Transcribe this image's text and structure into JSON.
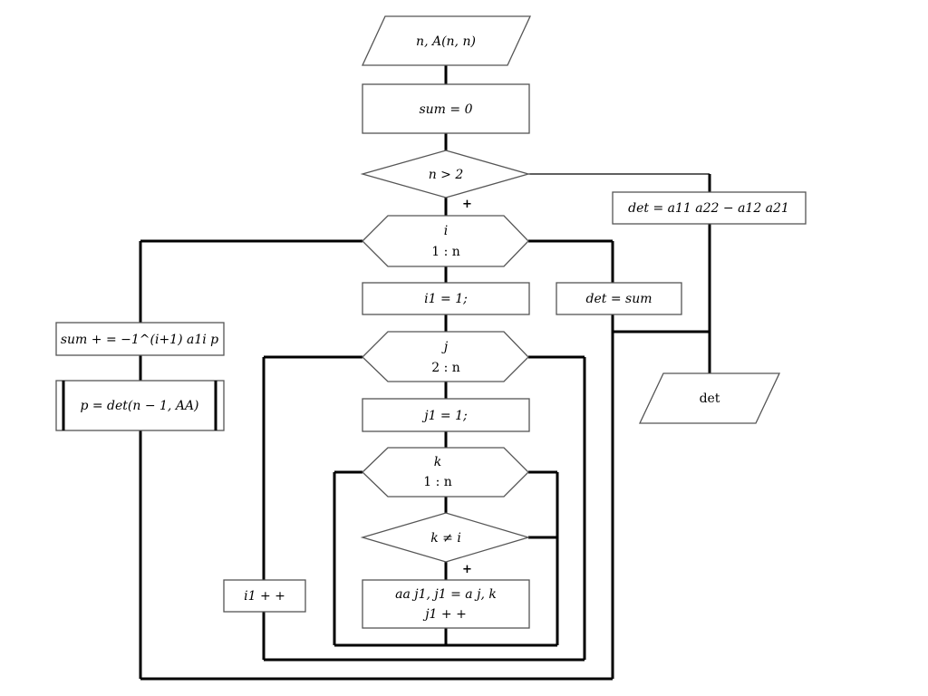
{
  "input_block": {
    "text": "n, A(n, n)"
  },
  "init_block": {
    "text": "sum = 0"
  },
  "condition": {
    "text": "n > 2",
    "yes_label": "+"
  },
  "else_block": {
    "text": "det = a11 a22 − a12 a21"
  },
  "loop_i": {
    "var": "i",
    "range": "1 : n"
  },
  "i1_init": {
    "text": "i1 = 1;"
  },
  "det_assign": {
    "text": "det = sum"
  },
  "sum_update": {
    "text": "sum + = −1^(i+1) a1i p"
  },
  "recursive_call": {
    "text": "p = det(n − 1, AA)"
  },
  "loop_j": {
    "var": "j",
    "range": "2 : n"
  },
  "j1_init": {
    "text": "j1 = 1;"
  },
  "loop_k": {
    "var": "k",
    "range": "1 : n"
  },
  "k_condition": {
    "text": "k ≠ i",
    "yes_label": "+"
  },
  "copy_block": {
    "line1": "aa j1, j1 = a j, k",
    "line2": "j1 + +"
  },
  "i1_inc": {
    "text": "i1 + +"
  },
  "output_block": {
    "text": "det"
  }
}
